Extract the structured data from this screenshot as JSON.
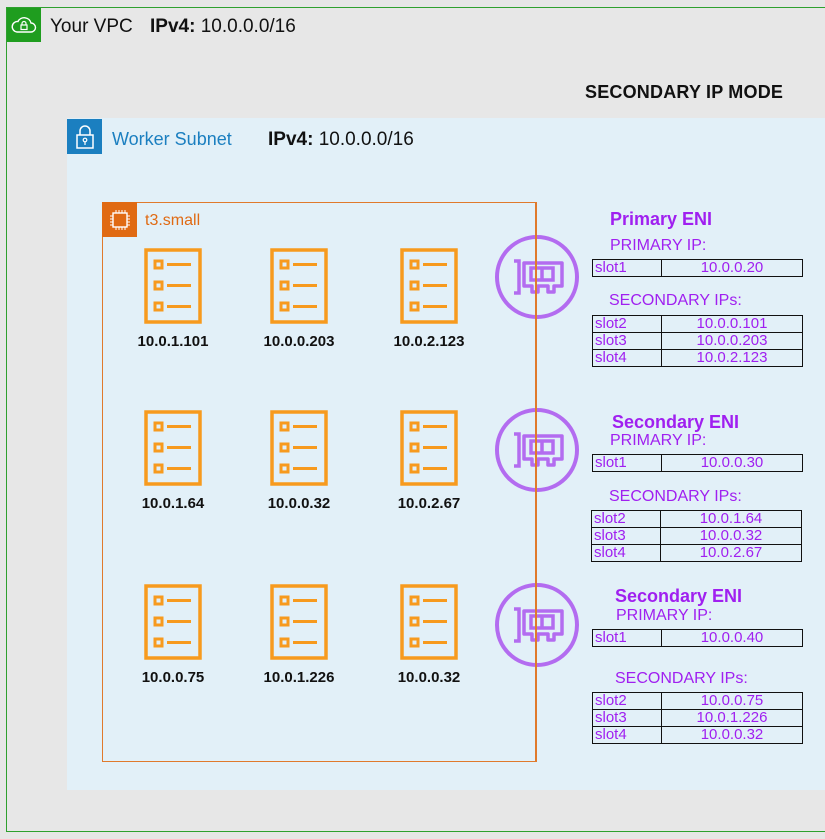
{
  "vpc": {
    "icon": "cloud-lock-icon",
    "label": "Your VPC",
    "ipv4_label": "IPv4:",
    "ipv4_value": "10.0.0.0/16",
    "color": "#1f9d1f"
  },
  "mode_title": "SECONDARY IP MODE",
  "subnet": {
    "icon": "padlock-icon",
    "name": "Worker Subnet",
    "ipv4_label": "IPv4:",
    "ipv4_value": "10.0.0.0/16",
    "color": "#1b7fc0"
  },
  "instance": {
    "icon": "chip-icon",
    "type": "t3.small",
    "color": "#e06a13"
  },
  "pods": [
    {
      "ip": "10.0.1.101"
    },
    {
      "ip": "10.0.0.203"
    },
    {
      "ip": "10.0.2.123"
    },
    {
      "ip": "10.0.1.64"
    },
    {
      "ip": "10.0.0.32"
    },
    {
      "ip": "10.0.2.67"
    },
    {
      "ip": "10.0.0.75"
    },
    {
      "ip": "10.0.1.226"
    },
    {
      "ip": "10.0.0.32"
    }
  ],
  "enis": [
    {
      "title": "Primary ENI",
      "primary_label": "PRIMARY IP:",
      "primary": {
        "slot": "slot1",
        "ip": "10.0.0.20"
      },
      "secondary_label": "SECONDARY IPs:",
      "secondary": [
        {
          "slot": "slot2",
          "ip": "10.0.0.101"
        },
        {
          "slot": "slot3",
          "ip": "10.0.0.203"
        },
        {
          "slot": "slot4",
          "ip": "10.0.2.123"
        }
      ]
    },
    {
      "title": "Secondary ENI",
      "primary_label": "PRIMARY IP:",
      "primary": {
        "slot": "slot1",
        "ip": "10.0.0.30"
      },
      "secondary_label": "SECONDARY IPs:",
      "secondary": [
        {
          "slot": "slot2",
          "ip": "10.0.1.64"
        },
        {
          "slot": "slot3",
          "ip": "10.0.0.32"
        },
        {
          "slot": "slot4",
          "ip": "10.0.2.67"
        }
      ]
    },
    {
      "title": "Secondary ENI",
      "primary_label": "PRIMARY IP:",
      "primary": {
        "slot": "slot1",
        "ip": "10.0.0.40"
      },
      "secondary_label": "SECONDARY IPs:",
      "secondary": [
        {
          "slot": "slot2",
          "ip": "10.0.0.75"
        },
        {
          "slot": "slot3",
          "ip": "10.0.1.226"
        },
        {
          "slot": "slot4",
          "ip": "10.0.0.32"
        }
      ]
    }
  ],
  "colors": {
    "pod": "#f79a1e",
    "eni": "#a020f0",
    "eni_icon": "#b36cf0"
  }
}
